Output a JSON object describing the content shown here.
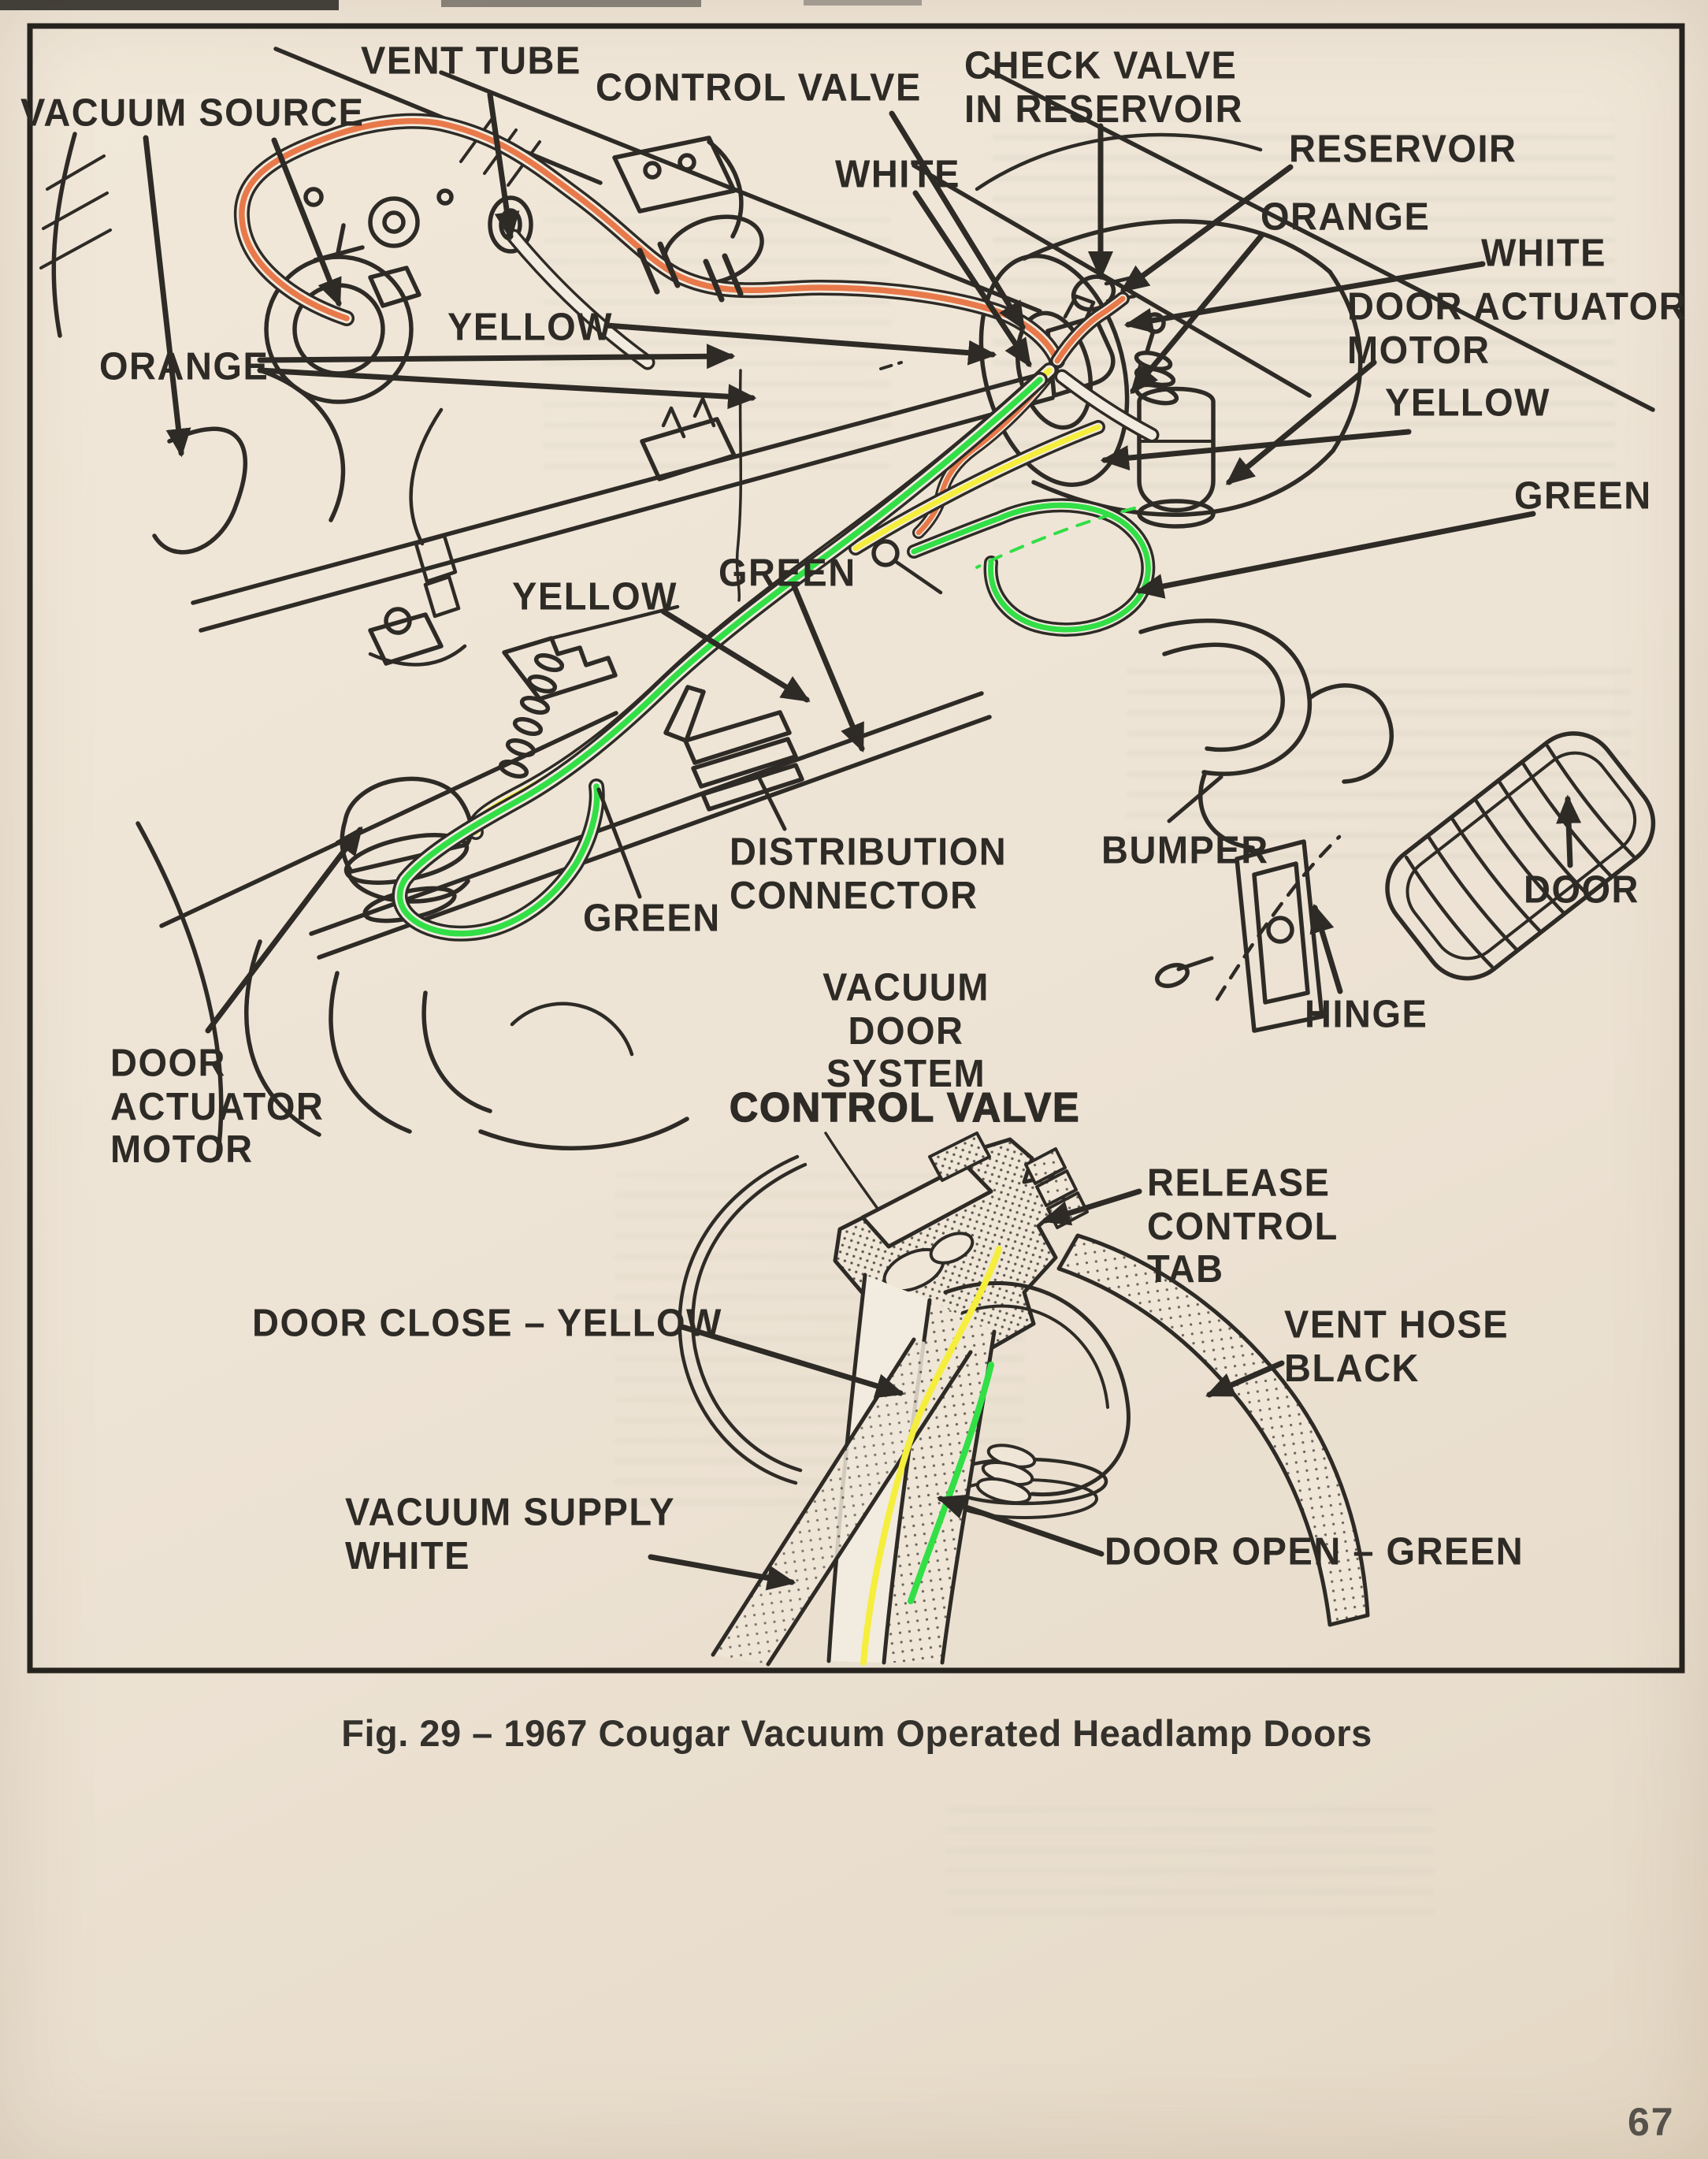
{
  "page": {
    "caption": "Fig. 29 – 1967 Cougar Vacuum Operated Headlamp Doors",
    "page_number": "67",
    "paper_color": "#EEE4D6",
    "ink_color": "#2E2B26"
  },
  "diagram": {
    "figure_number": "Fig. 29",
    "subject": "1967 Cougar Vacuum Operated Headlamp Doors",
    "system_title": "VACUUM DOOR\nSYSTEM",
    "hose_colors": {
      "orange": "#E8794A",
      "yellow": "#F5EE3C",
      "green": "#32DF46",
      "white": "#F2EBDF",
      "black": "#2E2B26"
    },
    "labels": {
      "vent_tube": "VENT TUBE",
      "vacuum_source": "VACUUM SOURCE",
      "control_valve_top": "CONTROL VALVE",
      "check_valve_in_reservoir": "CHECK VALVE\nIN RESERVOIR",
      "white_top": "WHITE",
      "reservoir": "RESERVOIR",
      "orange_right": "ORANGE",
      "white_right": "WHITE",
      "door_actuator_motor_right": "DOOR ACTUATOR\nMOTOR",
      "yellow_right": "YELLOW",
      "green_right": "GREEN",
      "yellow_left": "YELLOW",
      "orange_left": "ORANGE",
      "green_center": "GREEN",
      "yellow_center": "YELLOW",
      "distribution_connector": "DISTRIBUTION\nCONNECTOR",
      "bumper": "BUMPER",
      "green_lower": "GREEN",
      "door": "DOOR",
      "hinge": "HINGE",
      "door_actuator_motor_left": "DOOR\nACTUATOR\nMOTOR",
      "control_valve_bottom": "CONTROL VALVE",
      "release_control_tab": "RELEASE\nCONTROL\nTAB",
      "door_close_yellow": "DOOR CLOSE – YELLOW",
      "vent_hose_black": "VENT HOSE\nBLACK",
      "vacuum_supply_white": "VACUUM SUPPLY\nWHITE",
      "door_open_green": "DOOR OPEN – GREEN"
    }
  }
}
